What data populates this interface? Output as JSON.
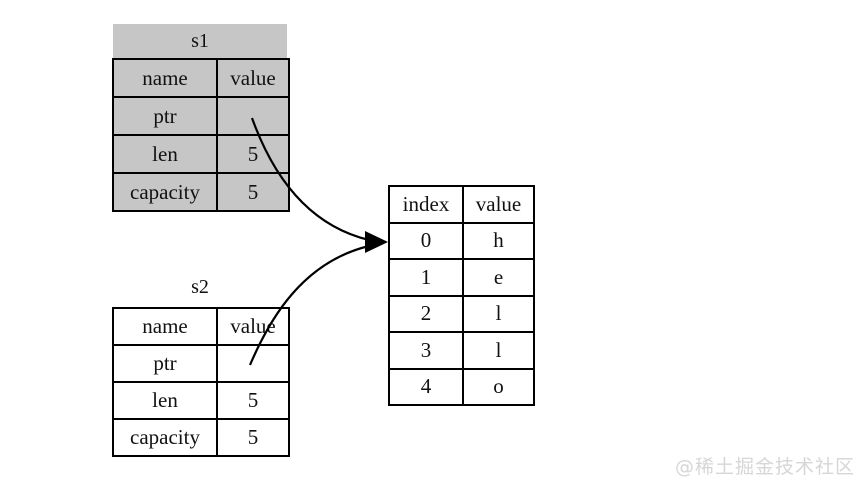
{
  "colors": {
    "background": "#ffffff",
    "border": "#000000",
    "arrow": "#000000",
    "table_fill_moved": "#c6c6c6",
    "table_fill_normal": "#ffffff",
    "watermark": "#d6d6d6"
  },
  "s1": {
    "title": "s1",
    "headers": [
      "name",
      "value"
    ],
    "rows": [
      [
        "ptr",
        ""
      ],
      [
        "len",
        "5"
      ],
      [
        "capacity",
        "5"
      ]
    ]
  },
  "s2": {
    "title": "s2",
    "headers": [
      "name",
      "value"
    ],
    "rows": [
      [
        "ptr",
        ""
      ],
      [
        "len",
        "5"
      ],
      [
        "capacity",
        "5"
      ]
    ]
  },
  "heap": {
    "headers": [
      "index",
      "value"
    ],
    "rows": [
      [
        "0",
        "h"
      ],
      [
        "1",
        "e"
      ],
      [
        "2",
        "l"
      ],
      [
        "3",
        "l"
      ],
      [
        "4",
        "o"
      ]
    ]
  },
  "watermark": "@稀土掘金技术社区"
}
